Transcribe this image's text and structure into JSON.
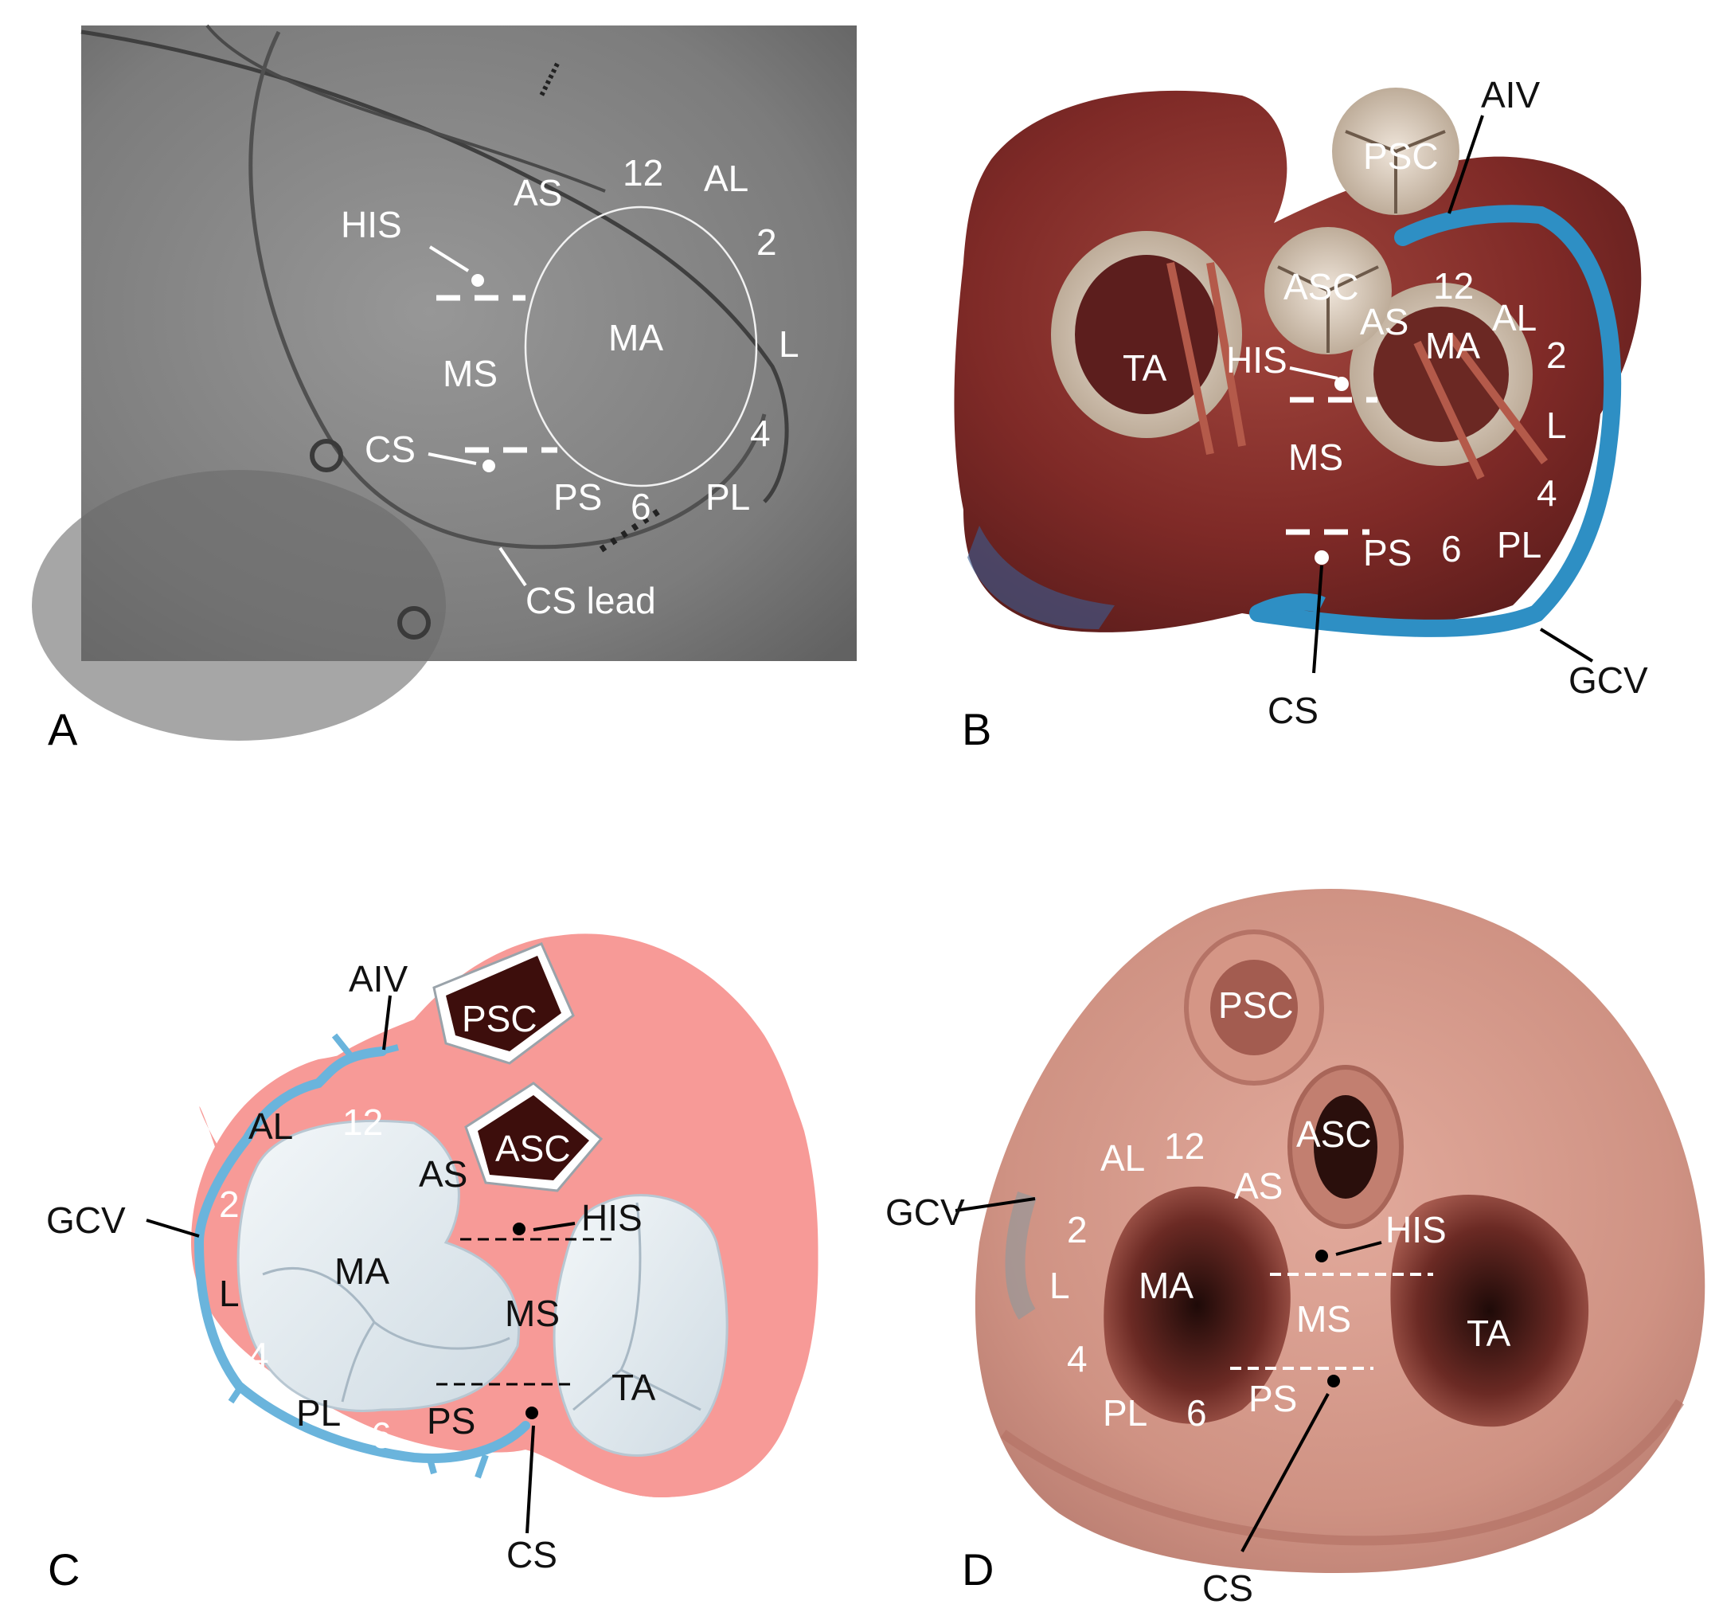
{
  "panels": {
    "A": {
      "letter": "A",
      "labels": {
        "twelve": "12",
        "al": "AL",
        "as": "AS",
        "his": "HIS",
        "two": "2",
        "ma": "MA",
        "l": "L",
        "ms": "MS",
        "cs": "CS",
        "four": "4",
        "ps": "PS",
        "six": "6",
        "pl": "PL",
        "cs_lead": "CS lead"
      }
    },
    "B": {
      "letter": "B",
      "labels": {
        "psc": "PSC",
        "aiv": "AIV",
        "asc": "ASC",
        "twelve": "12",
        "as": "AS",
        "al": "AL",
        "ta": "TA",
        "his": "HIS",
        "ma": "MA",
        "two": "2",
        "l": "L",
        "ms": "MS",
        "four": "4",
        "ps": "PS",
        "six": "6",
        "pl": "PL",
        "cs": "CS",
        "gcv": "GCV"
      }
    },
    "C": {
      "letter": "C",
      "labels": {
        "aiv": "AIV",
        "psc": "PSC",
        "al": "AL",
        "twelve": "12",
        "asc": "ASC",
        "as": "AS",
        "gcv": "GCV",
        "two": "2",
        "his": "HIS",
        "ma": "MA",
        "l": "L",
        "ms": "MS",
        "four": "4",
        "ta": "TA",
        "pl": "PL",
        "six": "6",
        "ps": "PS",
        "cs": "CS"
      }
    },
    "D": {
      "letter": "D",
      "labels": {
        "psc": "PSC",
        "asc": "ASC",
        "al": "AL",
        "twelve": "12",
        "gcv": "GCV",
        "as": "AS",
        "two": "2",
        "his": "HIS",
        "l": "L",
        "ma": "MA",
        "ms": "MS",
        "ta": "TA",
        "four": "4",
        "pl": "PL",
        "six": "6",
        "ps": "PS",
        "cs": "CS"
      }
    }
  },
  "colors": {
    "fluoro_bg": "#858585",
    "myocardium": "#8a2f2b",
    "vein_blue": "#2e8fc4",
    "diagram_pink": "#f79a97",
    "valve_white": "#e9f0f4",
    "specimen": "#d99a8e"
  }
}
